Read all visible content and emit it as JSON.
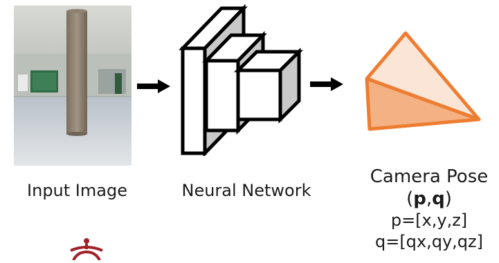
{
  "input": {
    "label": "Input Image"
  },
  "network": {
    "label": "Neural Network"
  },
  "pose": {
    "title": "Camera Pose",
    "vector_open": "(",
    "vector_p": "p",
    "vector_sep": ",",
    "vector_q": "q",
    "vector_close": ")",
    "p_def": "p=[x,y,z]",
    "q_def": "q=[qx,qy,qz]"
  },
  "colors": {
    "pyramid_stroke": "#ED7D31",
    "pyramid_fill_light": "#FBE5D6",
    "pyramid_fill_dark": "#F4B183",
    "box_side": "#C9C9C9",
    "logo": "#A12028"
  },
  "icons": {
    "arrow": "arrow-right-icon",
    "network": "stacked-blocks-icon",
    "pose": "camera-pyramid-icon",
    "logo": "university-logo-icon"
  }
}
